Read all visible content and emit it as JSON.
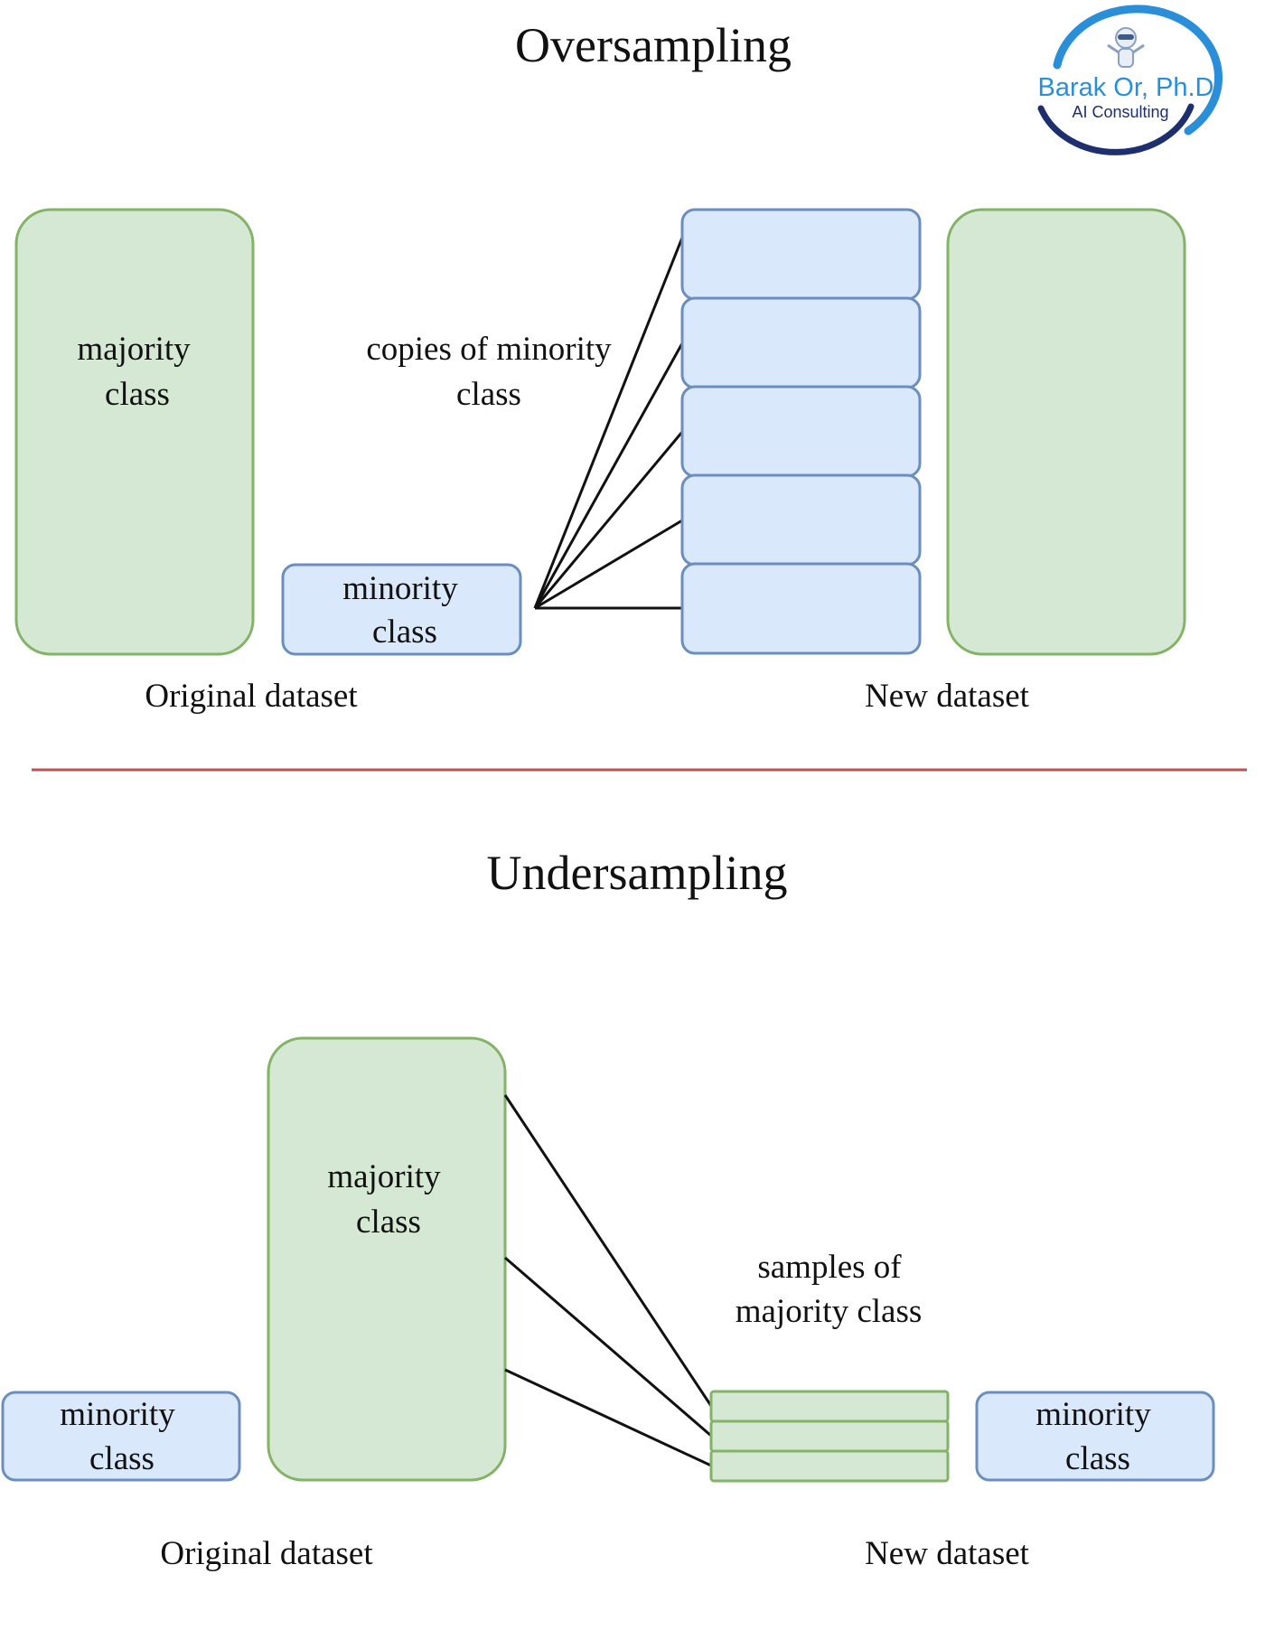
{
  "oversampling": {
    "title": "Oversampling",
    "majority_label": [
      "majority",
      "class"
    ],
    "minority_label": [
      "minority",
      "class"
    ],
    "copies_label": [
      "copies of minority",
      "class"
    ],
    "original_caption": "Original dataset",
    "new_caption": "New dataset"
  },
  "undersampling": {
    "title": "Undersampling",
    "majority_label": [
      "majority",
      "class"
    ],
    "minority_label_left": [
      "minority",
      "class"
    ],
    "minority_label_right": [
      "minority",
      "class"
    ],
    "samples_label": [
      "samples of",
      "majority class"
    ],
    "original_caption": "Original dataset",
    "new_caption": "New dataset"
  },
  "logo": {
    "name": "Barak Or, Ph.D",
    "subtitle": "AI Consulting",
    "icon": "robot-icon"
  },
  "colors": {
    "green_fill": "#d5e8d4",
    "green_stroke": "#82b366",
    "blue_fill": "#dae8fc",
    "blue_stroke": "#6c8ebf",
    "divider": "#b85450",
    "logo_blue": "#2a8fd8",
    "logo_navy": "#1d2f6f"
  }
}
